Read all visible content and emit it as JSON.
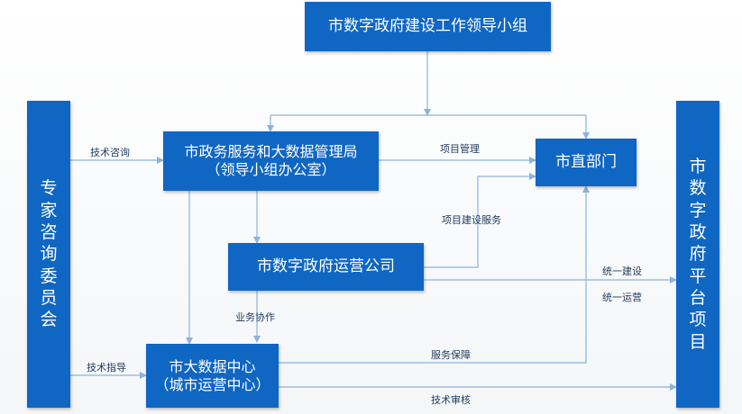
{
  "nodes": {
    "leading_group": "市数字政府建设工作领导小组",
    "bureau_line1": "市政务服务和大数据管理局",
    "bureau_line2": "（领导小组办公室）",
    "city_departments": "市直部门",
    "operations_company": "市数字政府运营公司",
    "data_center_line1": "市大数据中心",
    "data_center_line2": "（城市运营中心）",
    "expert_committee": "专家咨询委员会",
    "platform_projects": "市数字政府平台项目"
  },
  "edge_labels": {
    "tech_consulting": "技术咨询",
    "project_management": "项目管理",
    "project_construction_service": "项目建设服务",
    "unified_construction": "统一建设",
    "unified_operation": "统一运营",
    "business_collaboration": "业务协作",
    "tech_guidance": "技术指导",
    "service_guarantee": "服务保障",
    "tech_review": "技术审核"
  },
  "colors": {
    "node_fill": "#1066c3",
    "node_text": "#ffffff",
    "connector": "#8db3dc",
    "label_text": "#1f3a5c"
  }
}
